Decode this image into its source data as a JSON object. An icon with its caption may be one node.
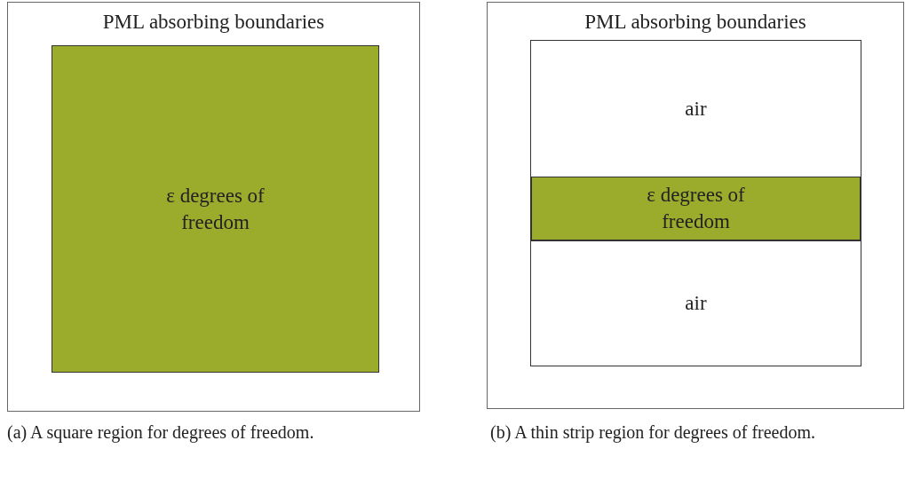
{
  "diagram": {
    "nodes": [
      {
        "text": [
          "PML absorbing boundaries"
        ]
      },
      {
        "text": [
          "ε degrees of freedom"
        ],
        "in": 0
      },
      {
        "text": [
          "PML absorbing boundaries"
        ]
      },
      {
        "text": [],
        "shape": "box",
        "in": 2
      },
      {
        "text": [
          "air"
        ],
        "in": 3
      },
      {
        "text": [
          "ε degrees of freedom"
        ],
        "in": 3
      },
      {
        "text": [
          "air"
        ],
        "in": 3
      }
    ],
    "labels": [
      "(a) A square region for degrees of freedom.",
      "(b) A thin strip region for degrees of freedom."
    ]
  }
}
